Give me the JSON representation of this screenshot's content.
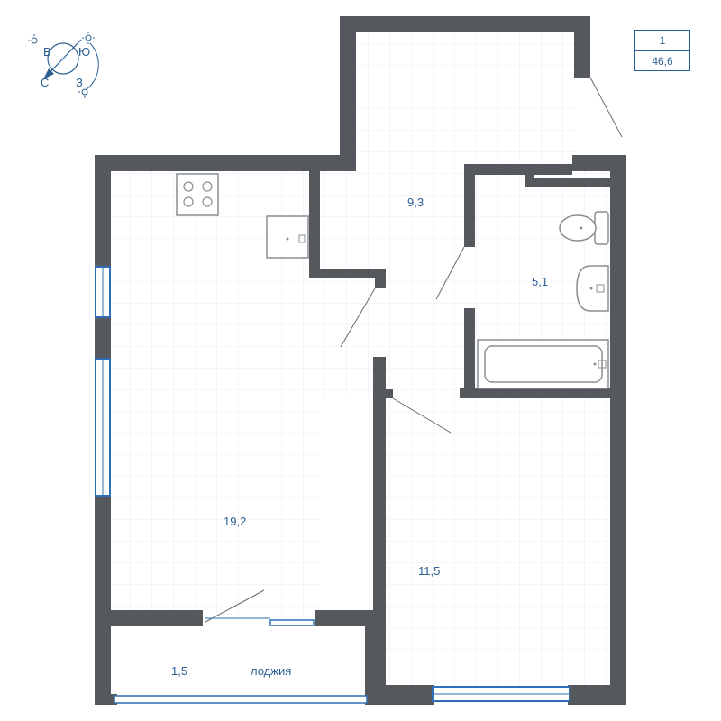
{
  "apartment": {
    "rooms": "1",
    "total_area": "46,6"
  },
  "compass": {
    "north": "С",
    "south": "Ю",
    "east": "В",
    "west": "З"
  },
  "rooms": [
    {
      "id": "hall",
      "area": "9,3"
    },
    {
      "id": "bathroom",
      "area": "5,1"
    },
    {
      "id": "kitchen-living",
      "area": "19,2"
    },
    {
      "id": "bedroom",
      "area": "11,5"
    },
    {
      "id": "loggia",
      "area": "1,5",
      "name": "лоджия"
    }
  ],
  "colors": {
    "wall": "#55585c",
    "accent": "#2b5f92",
    "window": "#2f6fb5",
    "grid": "#e9eef3"
  }
}
